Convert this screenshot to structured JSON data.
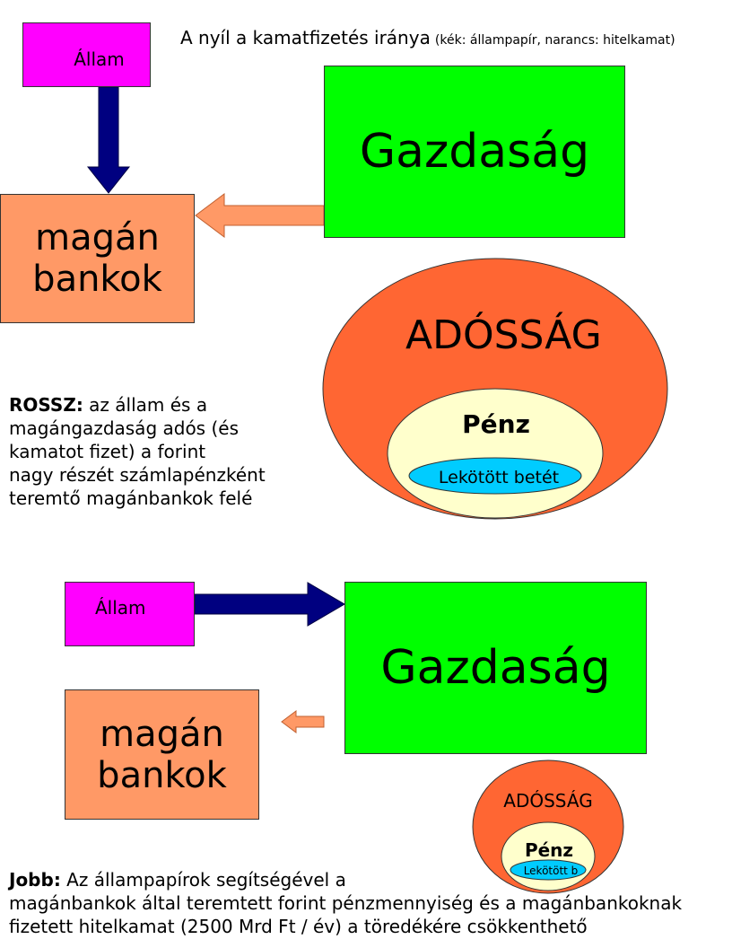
{
  "legend": {
    "main": "A nyíl a kamatfizetés iránya",
    "detail": "(kék: állampapír, narancs: hitelkamat)"
  },
  "top": {
    "allam": "Állam",
    "gazdasag": "Gazdaság",
    "bank_line1": "magán",
    "bank_line2": "bankok",
    "adossag": "ADÓSSÁG",
    "penz": "Pénz",
    "betet": "Lekötött betét",
    "caption_bold": "ROSSZ:",
    "caption_l1": " az állam és a",
    "caption_l2": "magángazdaság adós (és",
    "caption_l3": "kamatot fizet) a forint",
    "caption_l4": "nagy részét számlapénzként",
    "caption_l5": "teremtő magánbankok felé"
  },
  "bottom": {
    "allam": "Állam",
    "gazdasag": "Gazdaság",
    "bank_line1": "magán",
    "bank_line2": "bankok",
    "adossag": "ADÓSSÁG",
    "penz": "Pénz",
    "betet": "Lekötött b",
    "caption_bold": "Jobb:",
    "caption_l1": " Az állampapírok segítségével a",
    "caption_l2": "magánbankok által teremtett forint pénzmennyiség és a magánbankoknak",
    "caption_l3": "fizetett hitelkamat (2500 Mrd Ft / év) a töredékére csökkenthető"
  },
  "colors": {
    "allam": "#ff00ff",
    "gazdasag": "#00ff00",
    "bank": "#ff9966",
    "adossag": "#ff6633",
    "penz": "#ffffcc",
    "betet": "#00ccff",
    "arrow_blue": "#000080",
    "arrow_orange": "#ff9966"
  }
}
